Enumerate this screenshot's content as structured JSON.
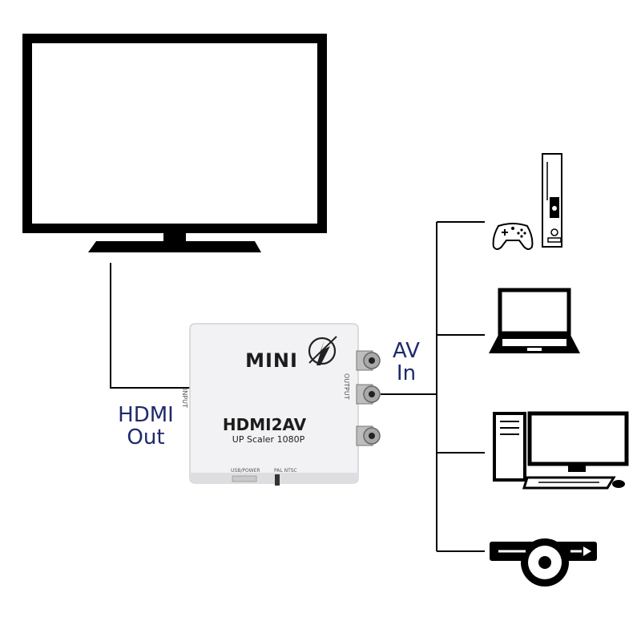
{
  "labels": {
    "hdmi_out_line1": "HDMI",
    "hdmi_out_line2": "Out",
    "av_in_line1": "AV",
    "av_in_line2": "In"
  },
  "converter": {
    "brand": "MINI",
    "model": "HDMI2AV",
    "subtitle": "UP Scaler 1080P",
    "input_label": "INPUT",
    "output_label": "OUTPUT",
    "bottom_port_label": "USB/POWER",
    "switch_label": "PAL NTSC"
  },
  "devices": [
    {
      "name": "game-console"
    },
    {
      "name": "laptop"
    },
    {
      "name": "desktop-computer"
    },
    {
      "name": "projector"
    }
  ],
  "colors": {
    "label_text": "#1f2a6b",
    "line": "#000000",
    "converter_body": "#f2f2f4"
  }
}
